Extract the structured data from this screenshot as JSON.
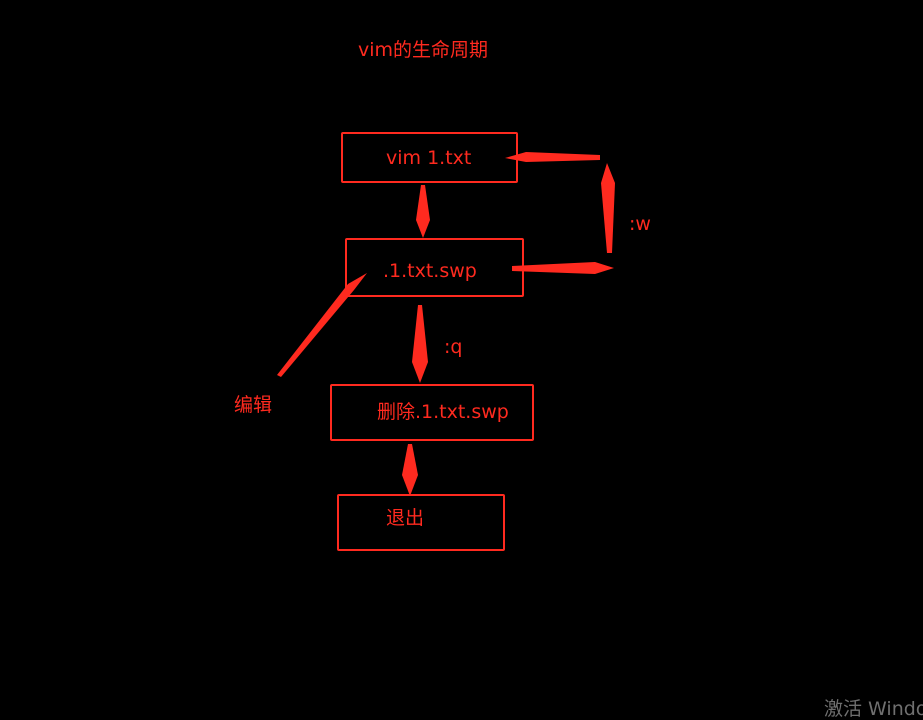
{
  "title": "vim的生命周期",
  "nodes": {
    "open": "vim 1.txt",
    "swap": ".1.txt.swp",
    "delete": "删除.1.txt.swp",
    "exit": "退出"
  },
  "edge_labels": {
    "write": ":w",
    "quit": ":q",
    "edit": "编辑"
  },
  "watermark": "激活 Windo",
  "colors": {
    "foreground": "#ff2a1f",
    "background": "#000000",
    "watermark": "#6f6f6f"
  }
}
